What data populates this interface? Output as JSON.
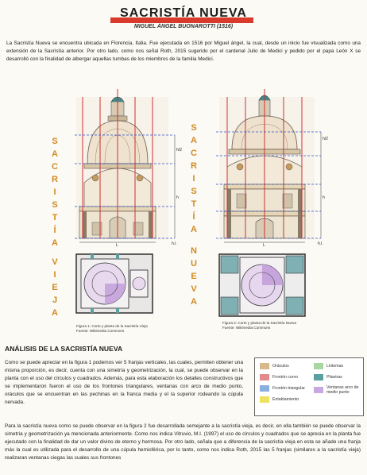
{
  "header": {
    "title": "SACRISTÍA NUEVA",
    "subtitle": "MIGUEL ÁNGEL BUONAROTTI (1516)"
  },
  "intro": "La Sacristía Nueva se encuentra ubicada en Florencia, Italia. Fue ejecutada en 1516 por Miguel ángel, la cual, desde un inicio fue visualizada como una extensión de la Sacristía anterior. Por otro lado, como nos señal Roth, 2015 sugerido por el cardenal Julio de Medici y pedido por el papa León X se desarrolló con la finalidad de albergar aquellas tumbas de los miembros de la familia Medici.",
  "figures": {
    "left_vertical_a": "SACRISTÍA",
    "left_vertical_b": "VIEJA",
    "right_vertical_a": "SACRISTÍA",
    "right_vertical_b": "NUEVA",
    "dim_labels": {
      "h2": "h/2",
      "h": "h",
      "hl": "h.l.",
      "l": "L"
    },
    "caption1_line1": "Figura 1: Corte y planta de la Sacristía Vieja",
    "caption1_line2": "Fuente: Wikimedia Commons",
    "caption2_line1": "Figura 2: Corte y planta de la Sacristía Nueva",
    "caption2_line2": "Fuente: Wikimedia Commons"
  },
  "analysis": {
    "heading": "ANÁLISIS DE LA SACRISTÍA NUEVA",
    "paragraph1": "Como se puede apreciar en la figura 1 podemos ver 5 franjas verticales, las cuales, permiten obtener una misma proporción, es decir, cuenta con una simetría y geometrización, la cual, se puede observar en la planta con el uso del círculos y cuadrados. Además, para esta elaboración los detalles constructivos que se implementaron fueron el uso de los frontones triangulares, ventanas con arco de medio punto, oráculos que se encuentran en las pechinas en la franca media y el la superior rodeando la cúpula nervada.",
    "paragraph2": "Para la sacristía nueva como se puede observar en la figura 2 fue desarrollada semejante a la sacristía vieja, es decir, en ella también se puede observar la simetría y geometrización ya mencionada anteriormente. Como nos indica Vitruvio, M.I. (1997) el uso de círculos y cuadrados que se aprecia en la planta fue ejecutado con la finalidad de dar un valor divino de eterno y hermosa. Por otro lado, señala que a diferencia de la sacristía vieja en esta se añade una franja más la cual es utilizada para el desarrollo de una cúpula hemisférica, por lo tanto, como nos indica Roth, 2015 las 5 franjas (similares a la sacristía vieja) realizaran ventanas ciegas las cuales sus frontones"
  },
  "legend": {
    "items": [
      {
        "label": "Oráculos",
        "color": "#d9b98a"
      },
      {
        "label": "Lintemas",
        "color": "#a8d8a0"
      },
      {
        "label": "Frontón curvo",
        "color": "#e58a8a"
      },
      {
        "label": "Pilastras",
        "color": "#5aa0a0"
      },
      {
        "label": "Frontón triangular",
        "color": "#8ab0e0"
      },
      {
        "label": "Ventanas arco de medio punto",
        "color": "#c8a8e0"
      },
      {
        "label": "Entablamiento",
        "color": "#f0e060"
      }
    ]
  }
}
